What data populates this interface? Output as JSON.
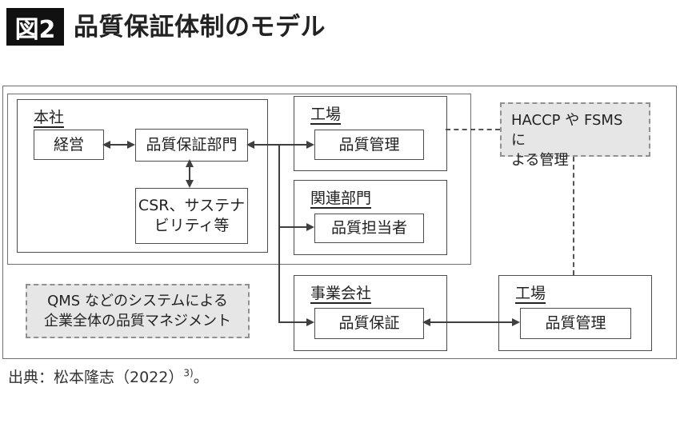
{
  "figure": {
    "badge": "図2",
    "title": "品質保証体制のモデル"
  },
  "groups": {
    "honsha": {
      "label": "本社",
      "management": "経営",
      "qa_dept": "品質保証部門",
      "csr": "CSR、サステナ\nビリティ等"
    },
    "factory_top": {
      "label": "工場",
      "quality_control": "品質管理"
    },
    "related_dept": {
      "label": "関連部門",
      "quality_staff": "品質担当者"
    },
    "business_company": {
      "label": "事業会社",
      "quality_assurance": "品質保証"
    },
    "factory_bottom": {
      "label": "工場",
      "quality_control": "品質管理"
    }
  },
  "notes": {
    "haccp": "HACCP や FSMS に\nよる管理",
    "qms": "QMS などのシステムによる\n企業全体の品質マネジメント"
  },
  "source": {
    "prefix": "出典：松本隆志（2022）",
    "superscript": "3)",
    "suffix": "。"
  },
  "colors": {
    "badge_bg": "#111111",
    "text": "#222222",
    "box_border": "#4d4d4d",
    "frame_border": "#707070",
    "note_bg": "#e6e6e6",
    "note_border": "#909090",
    "connector": "#3f3f3f"
  }
}
